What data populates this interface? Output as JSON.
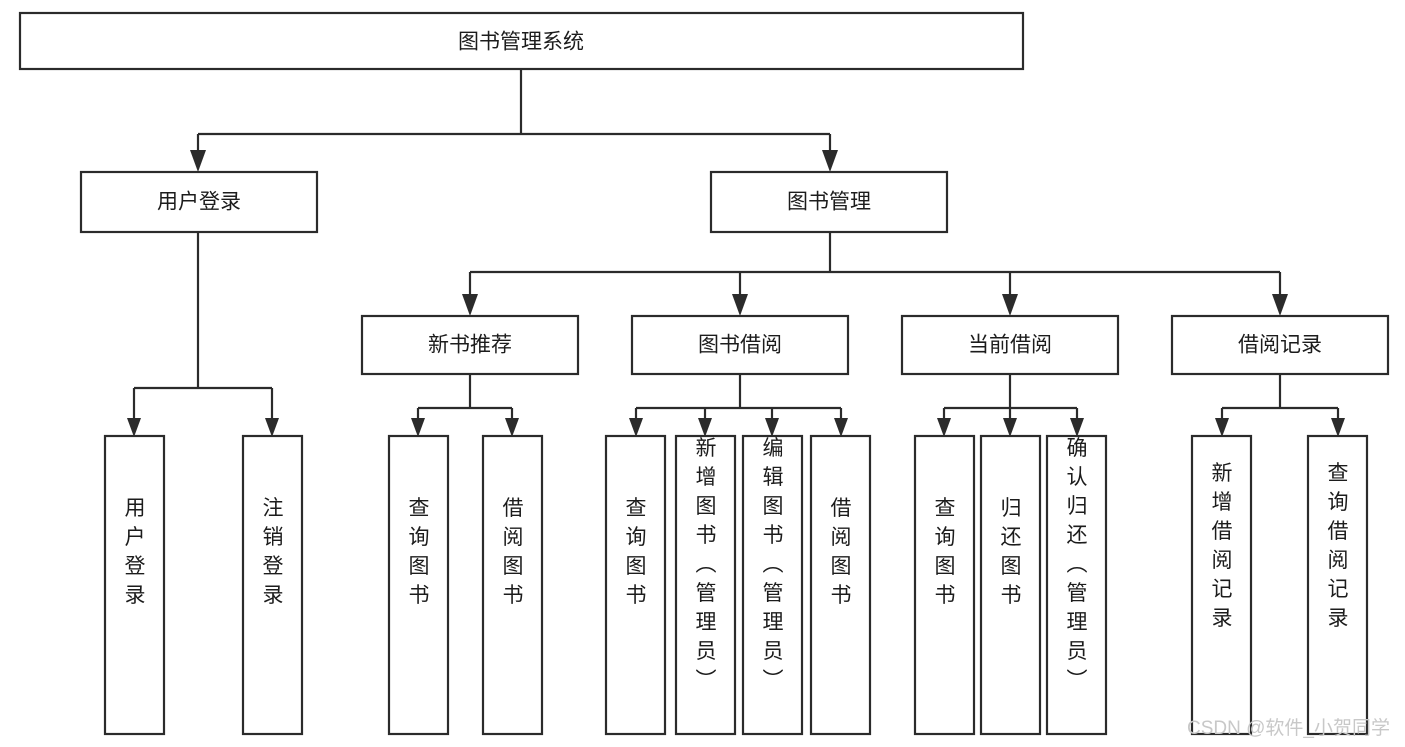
{
  "diagram": {
    "title": "图书管理系统",
    "type": "tree-hierarchy",
    "orientation": "top-down",
    "colors": {
      "box_fill": "#ffffff",
      "box_stroke": "#2b2b2b",
      "connector": "#2b2b2b",
      "text": "#1c1c1c",
      "watermark": "#c8c8c8",
      "background": "#ffffff"
    },
    "nodes": {
      "root": {
        "label": "图书管理系统"
      },
      "level2": [
        {
          "label": "用户登录"
        },
        {
          "label": "图书管理"
        }
      ],
      "level3": [
        {
          "label": "新书推荐"
        },
        {
          "label": "图书借阅"
        },
        {
          "label": "当前借阅"
        },
        {
          "label": "借阅记录"
        }
      ],
      "leaves_user_login": [
        {
          "label": "用户登录"
        },
        {
          "label": "注销登录"
        }
      ],
      "leaves_new_book": [
        {
          "label": "查询图书"
        },
        {
          "label": "借阅图书"
        }
      ],
      "leaves_borrow": [
        {
          "label": "查询图书"
        },
        {
          "label": "新增图书（管理员）"
        },
        {
          "label": "编辑图书（管理员）"
        },
        {
          "label": "借阅图书"
        }
      ],
      "leaves_current": [
        {
          "label": "查询图书"
        },
        {
          "label": "归还图书"
        },
        {
          "label": "确认归还（管理员）"
        }
      ],
      "leaves_records": [
        {
          "label": "新增借阅记录"
        },
        {
          "label": "查询借阅记录"
        }
      ]
    },
    "watermark": "CSDN @软件_小贺同学"
  }
}
